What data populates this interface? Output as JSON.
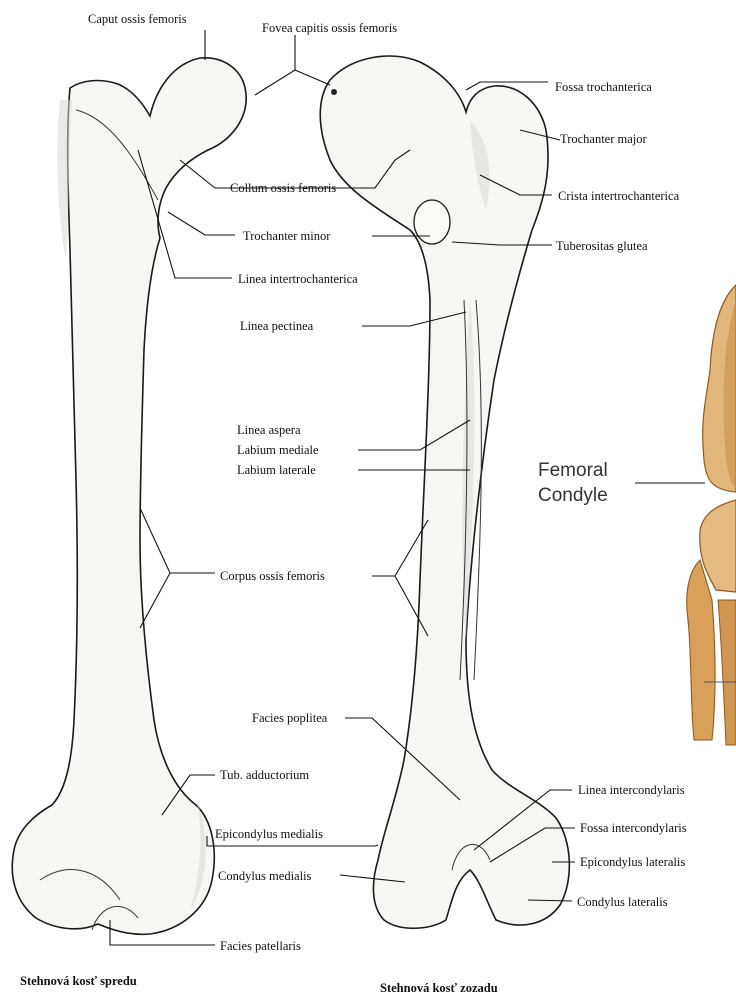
{
  "labels": {
    "caput": "Caput ossis femoris",
    "fovea": "Fovea capitis ossis femoris",
    "fossa_troch": "Fossa trochanterica",
    "troch_major": "Trochanter major",
    "collum": "Collum ossis femoris",
    "crista": "Crista intertrochanterica",
    "troch_minor": "Trochanter minor",
    "tuberositas": "Tuberositas glutea",
    "linea_intertroch": "Linea intertrochanterica",
    "linea_pect": "Linea pectinea",
    "linea_aspera": "Linea aspera",
    "labium_med": "Labium mediale",
    "labium_lat": "Labium laterale",
    "corpus": "Corpus ossis femoris",
    "facies_popl": "Facies poplitea",
    "tub_add": "Tub. adductorium",
    "linea_intercond": "Linea intercondylaris",
    "epicond_med": "Epicondylus medialis",
    "fossa_intercond": "Fossa intercondylaris",
    "epicond_lat": "Epicondylus lateralis",
    "condylus_med": "Condylus medialis",
    "condylus_lat": "Condylus lateralis",
    "facies_pat": "Facies patellaris"
  },
  "captions": {
    "front": "Stehnová kosť spredu",
    "back": "Stehnová kosť zozadu"
  },
  "inset": {
    "line1": "Femoral",
    "line2": "Condyle"
  },
  "colors": {
    "bone_fill": "#f6f6f3",
    "bone_outline": "#1a1a1a",
    "inset_bone": "#d9a96a"
  }
}
